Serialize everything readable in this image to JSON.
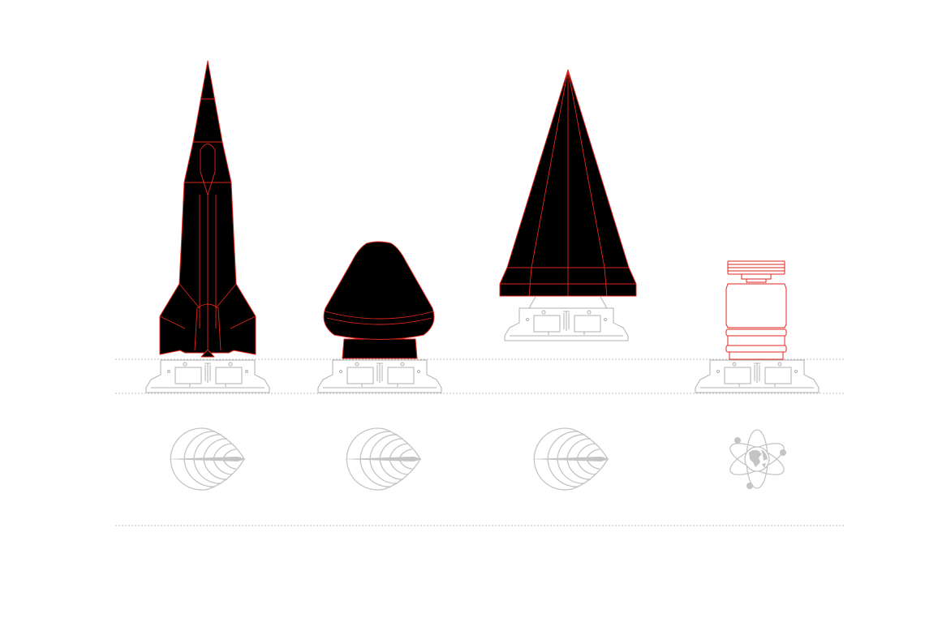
{
  "palette": {
    "background": "#ffffff",
    "craft_fill": "#000000",
    "craft_outline": "#e1251b",
    "stand_stroke": "#b0b0b0",
    "icon_gray": "#c4c4c4",
    "guide_line": "#bdbdbd"
  },
  "vehicles": [
    {
      "id": "rocket",
      "style": "filled",
      "icon": "propulsion-wave-icon"
    },
    {
      "id": "capsule",
      "style": "filled",
      "icon": "propulsion-wave-icon"
    },
    {
      "id": "cone",
      "style": "filled",
      "icon": "propulsion-wave-icon"
    },
    {
      "id": "reactor-module",
      "style": "outline",
      "icon": "atom-globe-icon"
    }
  ]
}
